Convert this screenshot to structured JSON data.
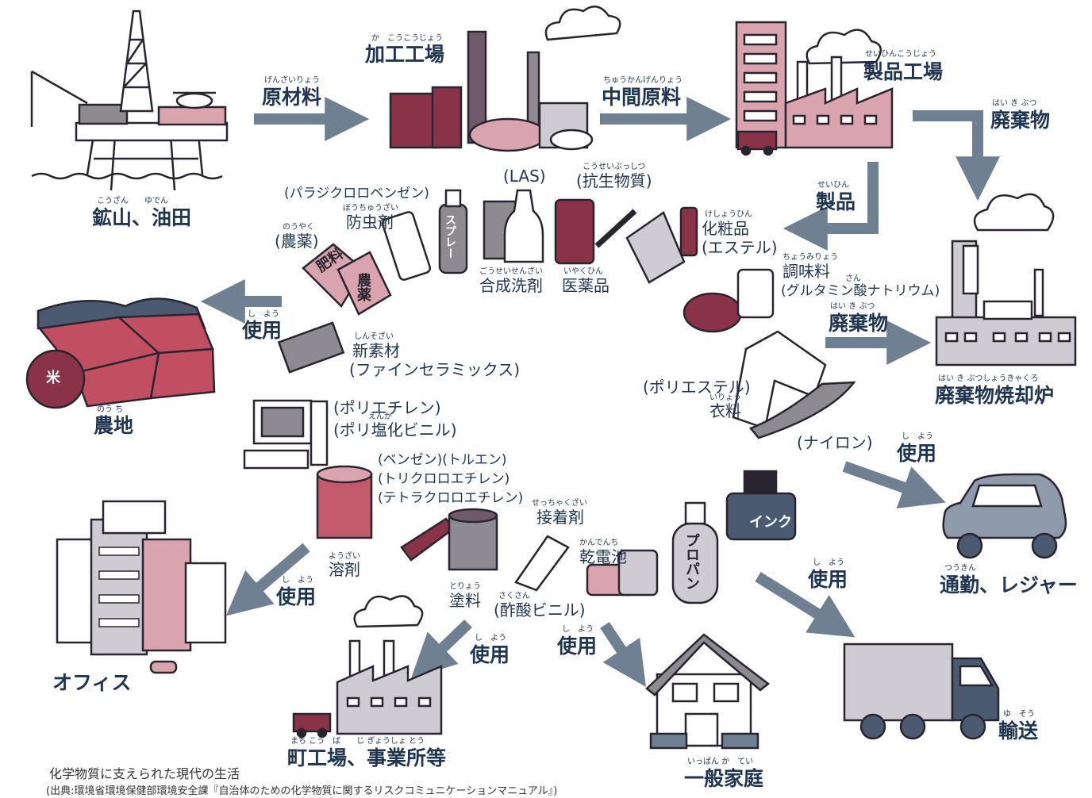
{
  "colors": {
    "arrow": "#6f8093",
    "text": "#1f3552",
    "wine": "#8a3347",
    "pink": "#d9a4ad",
    "gray": "#8e8a92",
    "lightgray": "#cfcbd2",
    "outline": "#2a2430"
  },
  "stages": {
    "mine": {
      "label": "鉱山、油田",
      "ruby": "こうざん　　ゆでん"
    },
    "refinery": {
      "label": "加工工場",
      "ruby": "か　こうこうじょう"
    },
    "factory": {
      "label": "製品工場",
      "ruby": "せいひんこうじょう"
    },
    "incinerator": {
      "label": "廃棄物焼却炉",
      "ruby": "はい き ぶつしょうきゃくろ"
    }
  },
  "flows": {
    "raw_material": {
      "label": "原材料",
      "ruby": "げんざいりょう"
    },
    "intermediate": {
      "label": "中間原料",
      "ruby": "ちゅうかんげんりょう"
    },
    "waste_top": {
      "label": "廃棄物",
      "ruby": "はい き ぶつ"
    },
    "product": {
      "label": "製品",
      "ruby": "せいひん"
    },
    "waste_mid": {
      "label": "廃棄物",
      "ruby": "はい き ぶつ"
    }
  },
  "destinations": {
    "farmland": {
      "label": "農地",
      "ruby": "のう ち",
      "use": "使用",
      "use_ruby": "し　よう"
    },
    "office": {
      "label": "オフィス",
      "use": "使用",
      "use_ruby": "し　よう"
    },
    "small_factory": {
      "label": "町工場、事業所等",
      "ruby": "まち こう　ば　　じ ぎょうしょ とう",
      "use": "使用",
      "use_ruby": "し　よう"
    },
    "household": {
      "label": "一般家庭",
      "ruby": "いっぱん か　てい",
      "use": "使用",
      "use_ruby": "し　よう"
    },
    "transport": {
      "label": "輸送",
      "ruby": "ゆ　そう",
      "use": "使用",
      "use_ruby": "し　よう"
    },
    "commute": {
      "label": "通勤、レジャー",
      "ruby": "つうきん",
      "use": "使用",
      "use_ruby": "し　よう"
    }
  },
  "products": {
    "pesticide_agri": {
      "name": "(農薬)",
      "ruby": "のうやく"
    },
    "fertilizer_bag": "肥料",
    "agri_bag": "農薬",
    "moth": {
      "name": "防虫剤",
      "ruby": "ぼうちゅうざい",
      "chem": "(パラジクロロベンゼン)"
    },
    "spray": "スプレー",
    "detergent": {
      "name": "合成洗剤",
      "ruby": "ごうせいせんざい",
      "chem": "(LAS)"
    },
    "medicine": {
      "name": "医薬品",
      "ruby": "いやくひん",
      "chem": "(抗生物質)",
      "chem_ruby": "こうせいぶっしつ"
    },
    "cosmetics": {
      "name": "化粧品",
      "ruby": "けしょうひん",
      "chem": "(エステル)"
    },
    "seasoning": {
      "name": "調味料",
      "ruby": "ちょうみりょう",
      "chem": "(グルタミン酸ナトリウム)",
      "chem_ruby": "さん"
    },
    "new_material": {
      "name": "新素材",
      "ruby": "しんそざい",
      "chem": "(ファインセラミックス)"
    },
    "clothing": {
      "name": "衣料",
      "ruby": "いりょう",
      "chem1": "(ポリエステル)",
      "chem2": "(ナイロン)"
    },
    "plastics": {
      "chem1": "(ポリエチレン)",
      "chem2": "(ポリ塩化ビニル)",
      "chem2_ruby": "えんか"
    },
    "solvent": {
      "name": "溶剤",
      "ruby": "ようざい",
      "chem1": "(ベンゼン)(トルエン)",
      "chem2": "(トリクロロエチレン)",
      "chem3": "(テトラクロロエチレン)"
    },
    "adhesive": {
      "name": "接着剤",
      "ruby": "せっちゃくざい"
    },
    "battery": {
      "name": "乾電池",
      "ruby": "かんでんち"
    },
    "paint": {
      "name": "塗料",
      "ruby": "とりょう",
      "chem": "(酢酸ビニル)",
      "chem_ruby": "さくさん"
    },
    "propane": "プロパン",
    "ink": "インク",
    "rice": "米"
  },
  "caption": "化学物質に支えられた現代の生活",
  "source": "(出典:環境省環境保健部環境安全課『自治体のための化学物質に関するリスクコミュニケーションマニュアル』)"
}
